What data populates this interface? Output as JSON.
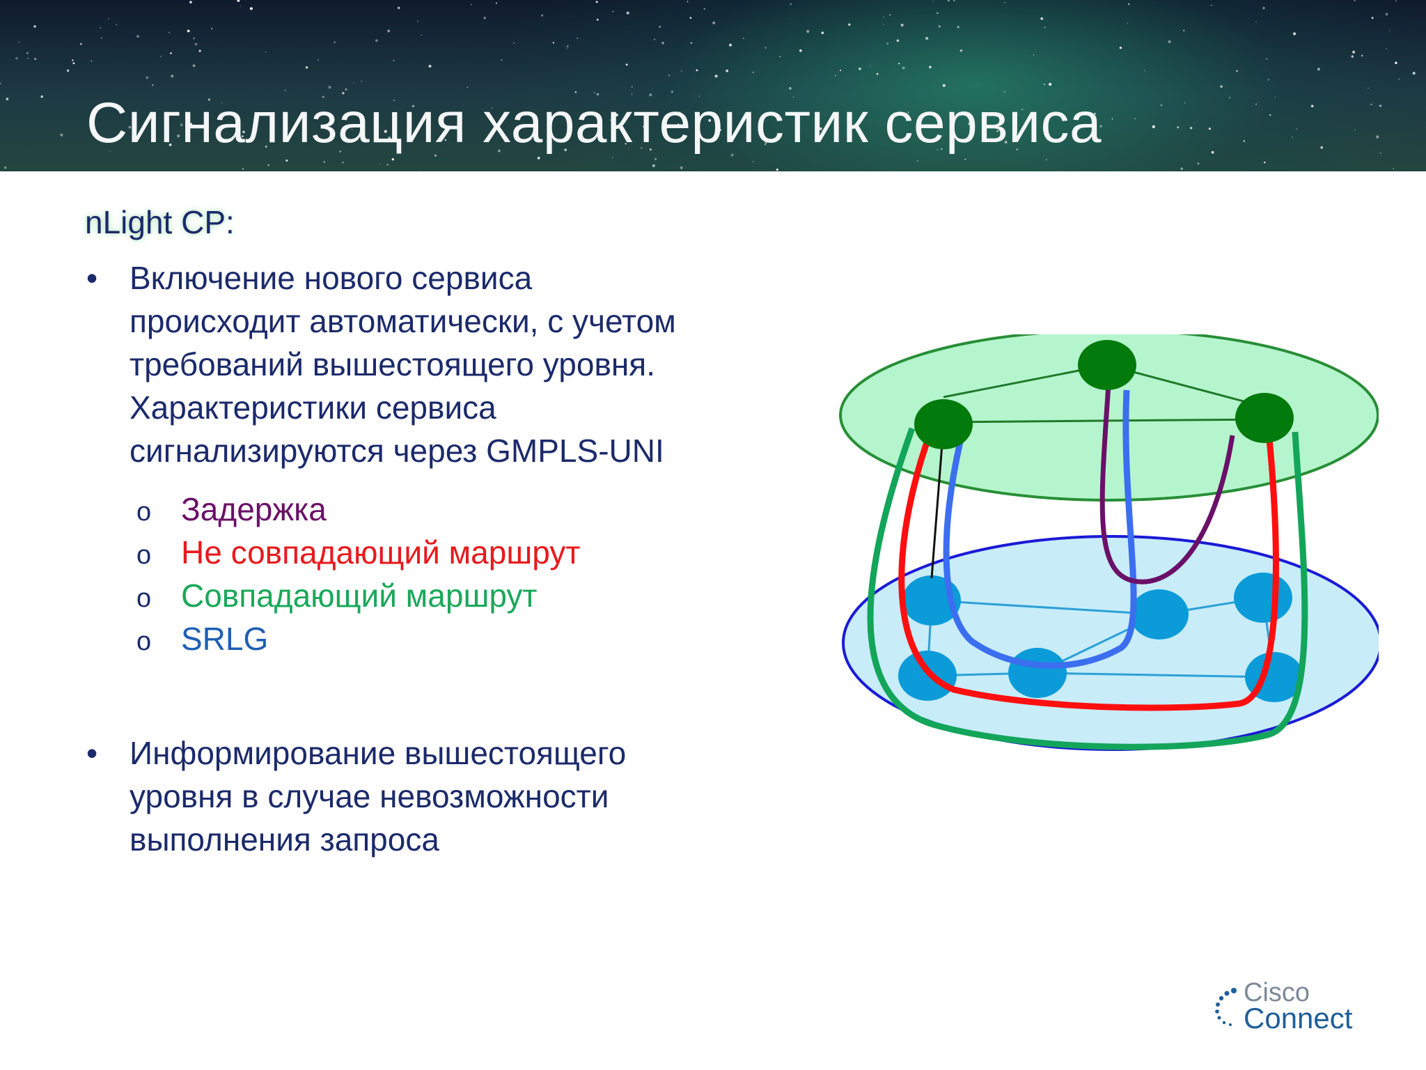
{
  "slide": {
    "title": "Сигнализация характеристик сервиса",
    "subtitle": "nLight CP:",
    "bullet1": {
      "marker": "•",
      "lines": [
        "Включение нового сервиса",
        "происходит автоматически, с учетом",
        "требований вышестоящего уровня.",
        "Характеристики сервиса",
        "сигнализируются через GMPLS-UNI"
      ]
    },
    "subitems": [
      {
        "marker": "o",
        "text": "Задержка",
        "color": "#6a1068"
      },
      {
        "marker": "o",
        "text": "Не совпадающий маршрут",
        "color": "#e8191c"
      },
      {
        "marker": "o",
        "text": "Совпадающий маршрут",
        "color": "#1aa85a"
      },
      {
        "marker": "o",
        "text": "SRLG",
        "color": "#1e5fb3"
      }
    ],
    "bullet2": {
      "marker": "•",
      "lines": [
        "Информирование вышестоящего",
        "уровня в случае невозможности",
        "выполнения запроса"
      ]
    }
  },
  "diagram": {
    "upper_layer_fill": "#b3f5cc",
    "upper_layer_stroke": "#1f8a2e",
    "lower_layer_fill": "#c8ecf8",
    "lower_layer_stroke": "#1a1ad6",
    "upper_node_color": "#037a0c",
    "lower_node_color": "#0a9bd8",
    "path_colors": {
      "latency": "#6a1068",
      "non_matching_route": "#ff0f0f",
      "matching_route": "#13a55a",
      "srlg": "#3c6ef0"
    }
  },
  "logo": {
    "line1": "Cisco",
    "line2": "Connect",
    "color": "#1e5f9a"
  },
  "colors": {
    "text_primary": "#1b2a6b",
    "title": "#f4f6f8"
  }
}
